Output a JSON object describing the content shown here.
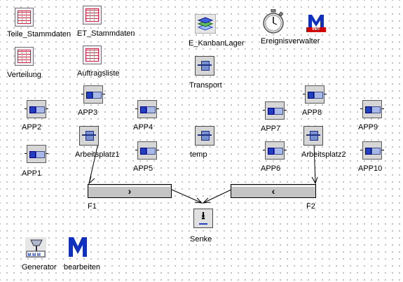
{
  "objects": {
    "teile_stammdaten": "Teile_Stammdaten",
    "et_stammdaten": "ET_Stammdaten",
    "e_kanbanlager": "E_KanbanLager",
    "ereignisverwalter": "Ereignisverwalter",
    "init_label": "INIT",
    "verteilung": "Verteilung",
    "auftragsliste": "Auftragsliste",
    "transport": "Transport",
    "app3": "APP3",
    "app8": "APP8",
    "app2": "APP2",
    "app4": "APP4",
    "app7": "APP7",
    "app9": "APP9",
    "arbeitsplatz1": "Arbeitsplatz1",
    "arbeitsplatz2": "Arbeitsplatz2",
    "app1": "APP1",
    "app5": "APP5",
    "temp": "temp",
    "app6": "APP6",
    "app10": "APP10",
    "f1": "F1",
    "f2": "F2",
    "f1_arrow": "›",
    "f2_arrow": "‹",
    "senke": "Senke",
    "senke_arrow": "⭳",
    "generator": "Generator",
    "bearbeiten": "bearbeiten",
    "m_glyph": "M"
  },
  "icons": {
    "table": "table-icon",
    "stack": "stacked-layers-icon",
    "stopwatch": "stopwatch-icon",
    "method": "method-m-icon",
    "single_proc": "single-proc-icon",
    "conveyor": "conveyor-line-icon",
    "drain": "drain-icon",
    "generator": "generator-icon"
  },
  "colors": {
    "background": "#ffffff",
    "grid_dot": "#8a8a8a",
    "icon_blue": "#2040c0",
    "icon_gray": "#d6d6d6",
    "init_red": "#d00000",
    "method_blue": "#1030c0"
  }
}
